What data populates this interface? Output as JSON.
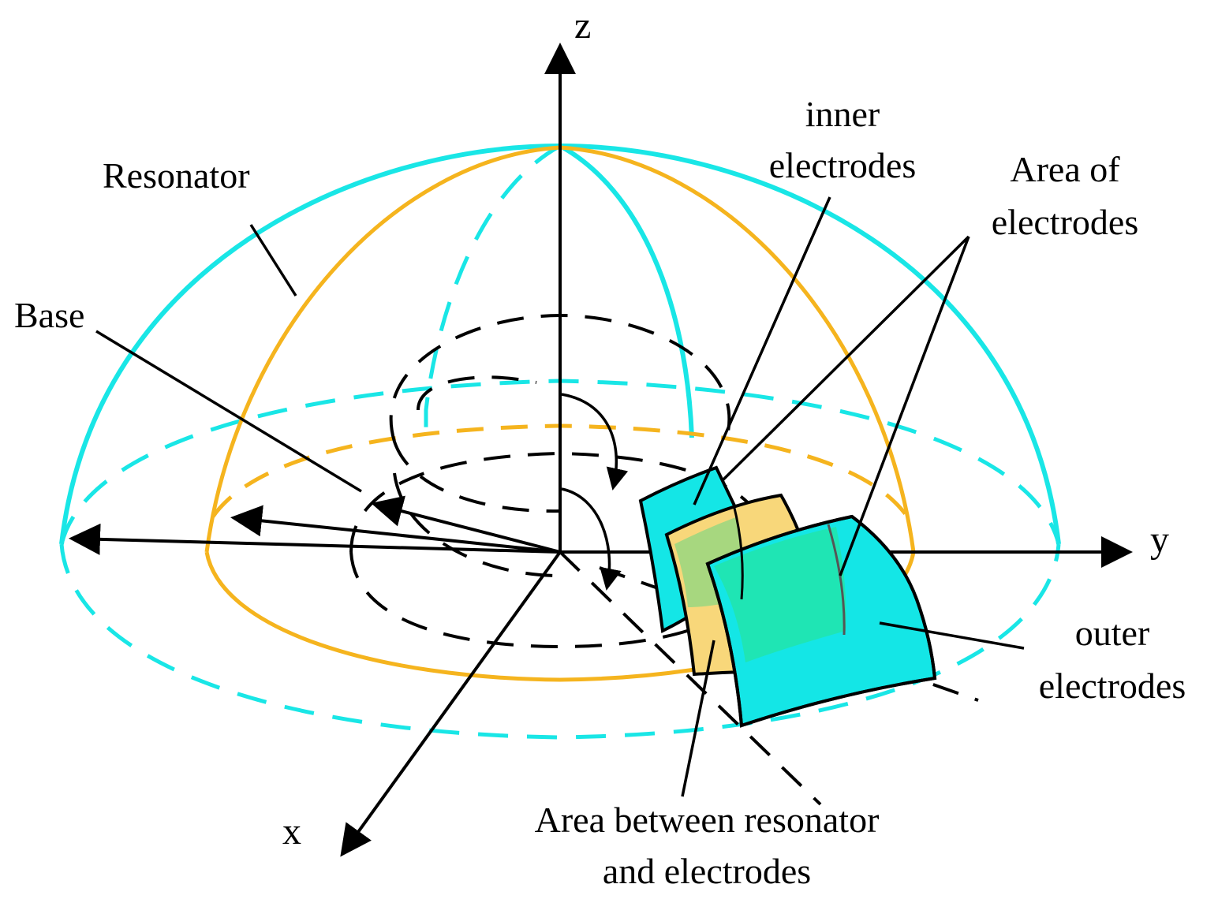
{
  "labels": {
    "axis_z": "z",
    "axis_y": "y",
    "axis_x": "x",
    "resonator": "Resonator",
    "base": "Base",
    "inner_line1": "inner",
    "inner_line2": "electrodes",
    "area_electrodes_line1": "Area of",
    "area_electrodes_line2": "electrodes",
    "outer_line1": "outer",
    "outer_line2": "electrodes",
    "area_between_line1": "Area between resonator",
    "area_between_line2": "and electrodes"
  },
  "colors": {
    "resonator_outer": "#19E6E6",
    "resonator_inner": "#F5B41E",
    "inner_electrode_fill": "#14E6E6",
    "gap_area_fill": "#F8D77A",
    "overlap_fill": "#A7D77F",
    "outer_electrode_fill": "#14E6E6",
    "outer_overlap_fill": "#1FE5B4",
    "lines": "#000000"
  }
}
